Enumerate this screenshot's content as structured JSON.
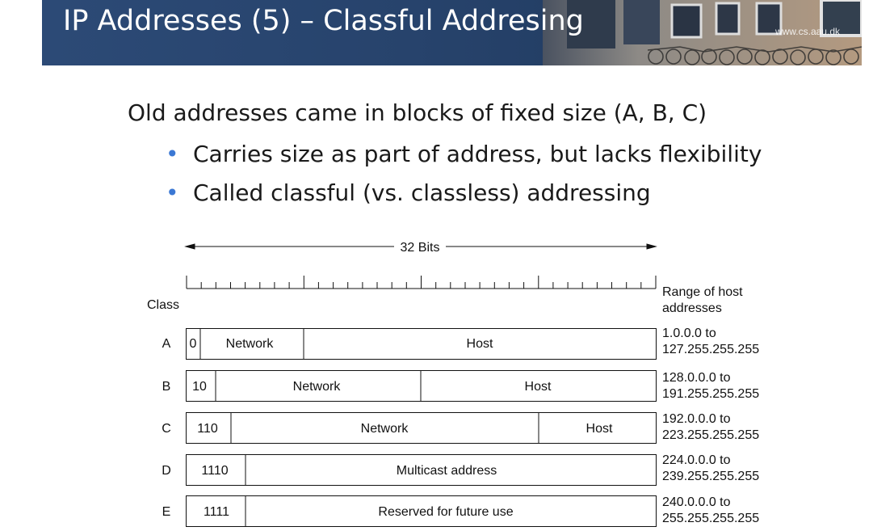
{
  "slide": {
    "title": "IP Addresses (5) – Classful Addresing",
    "website": "www.cs.aau.dk"
  },
  "content": {
    "main_point": "Old addresses came in blocks of fixed size (A, B, C)",
    "bullets": [
      "Carries size as part of address, but lacks flexibility",
      "Called classful (vs. classless) addressing"
    ]
  },
  "diagram": {
    "bits_label": "32 Bits",
    "class_header": "Class",
    "range_header": [
      "Range of host",
      "addresses"
    ],
    "rows": [
      {
        "class": "A",
        "fields": [
          "0",
          "Network",
          "Host"
        ],
        "range": [
          "1.0.0.0 to",
          "127.255.255.255"
        ]
      },
      {
        "class": "B",
        "fields": [
          "10",
          "Network",
          "Host"
        ],
        "range": [
          "128.0.0.0 to",
          "191.255.255.255"
        ]
      },
      {
        "class": "C",
        "fields": [
          "110",
          "Network",
          "Host"
        ],
        "range": [
          "192.0.0.0 to",
          "223.255.255.255"
        ]
      },
      {
        "class": "D",
        "fields": [
          "1110",
          "Multicast address"
        ],
        "range": [
          "224.0.0.0 to",
          "239.255.255.255"
        ]
      },
      {
        "class": "E",
        "fields": [
          "1111",
          "Reserved for future use"
        ],
        "range": [
          "240.0.0.0 to",
          "255.255.255.255"
        ]
      }
    ]
  }
}
